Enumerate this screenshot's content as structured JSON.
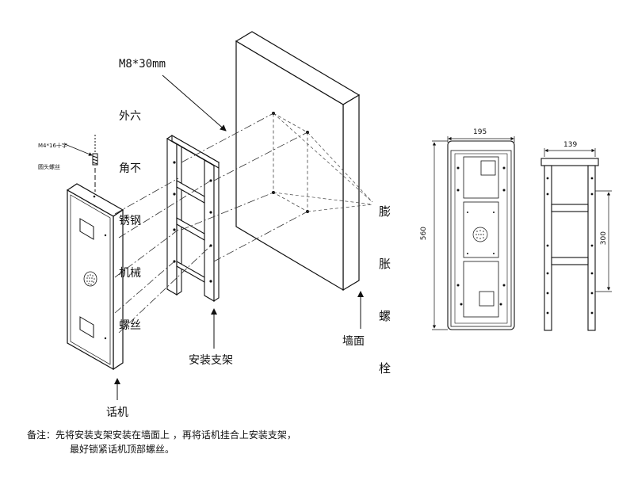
{
  "labels": {
    "main_bolt": [
      "M8*30mm",
      "外六",
      "角不",
      "锈钢",
      "机械",
      "螺丝"
    ],
    "small_screw": [
      "M4*16十字",
      "圆头螺丝"
    ],
    "expansion_bolt": [
      "膨",
      "胀",
      "螺",
      "栓"
    ],
    "wall": "墙面",
    "bracket": "安装支架",
    "phone": "话机",
    "note_line1": "备注：先将安装支架安装在墙面上 ，再将话机挂合上安装支架，",
    "note_line2": "最好锁紧话机顶部螺丝。"
  },
  "dimensions": {
    "front_width": "195",
    "front_height": "560",
    "side_width": "139",
    "side_spacing": "300"
  }
}
